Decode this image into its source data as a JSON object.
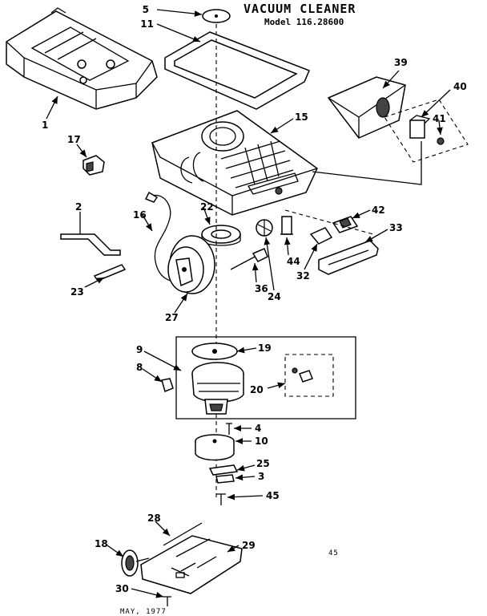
{
  "title": "VACUUM CLEANER",
  "model": "Model 116.28600",
  "date": "MAY, 1977",
  "page_number": "45",
  "parts": [
    "5",
    "11",
    "1",
    "39",
    "40",
    "41",
    "15",
    "17",
    "2",
    "16",
    "22",
    "42",
    "33",
    "44",
    "32",
    "23",
    "36",
    "24",
    "27",
    "9",
    "19",
    "8",
    "20",
    "4",
    "10",
    "25",
    "3",
    "45",
    "28",
    "18",
    "29",
    "30"
  ]
}
